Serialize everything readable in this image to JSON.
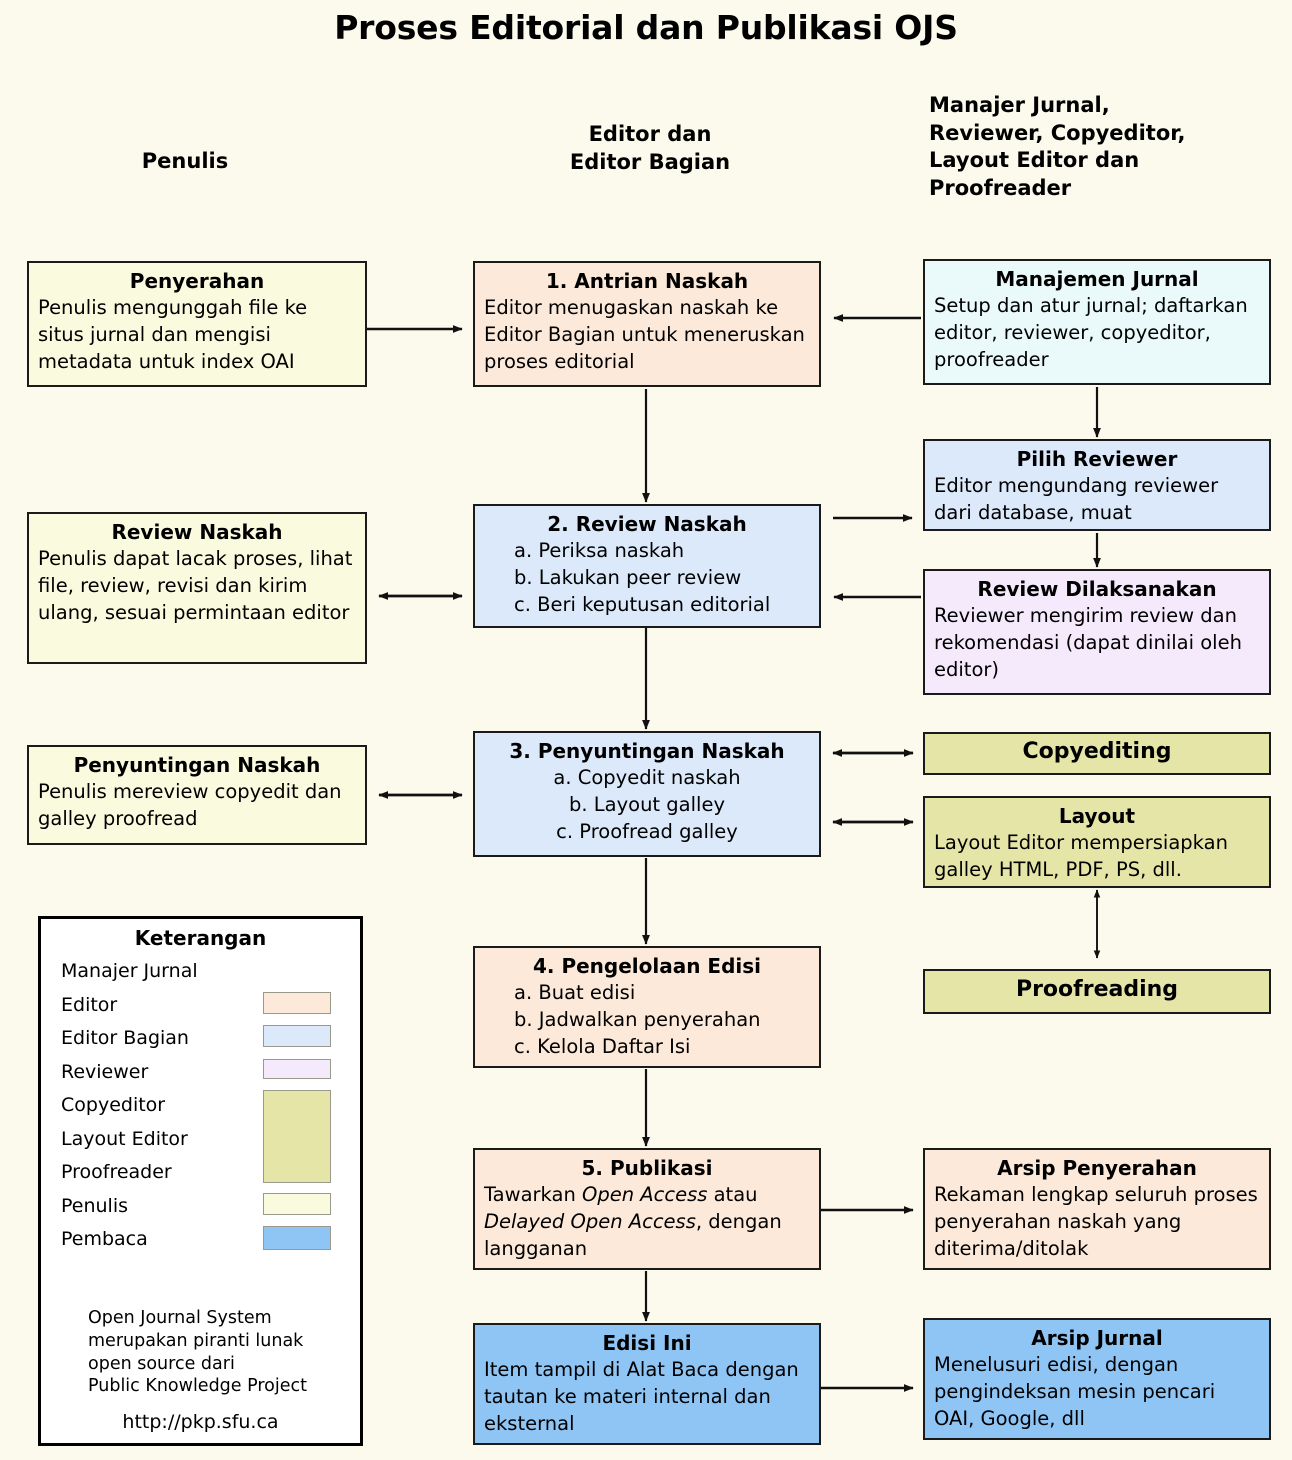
{
  "title": "Proses Editorial dan Publikasi OJS",
  "columns": [
    {
      "id": "penulis",
      "label": "Penulis"
    },
    {
      "id": "editor",
      "label": "Editor dan\nEditor Bagian"
    },
    {
      "id": "lainnya",
      "label": "Manajer Jurnal,\nReviewer, Copyeditor,\nLayout Editor dan\nProofreader"
    }
  ],
  "nodes": {
    "penyerahan": {
      "title": "Penyerahan",
      "body": "Penulis mengunggah file ke situs jurnal dan mengisi metadata untuk index OAI",
      "role": "Penulis",
      "color": "#fafade"
    },
    "antrian": {
      "title": "1. Antrian Naskah",
      "body": "Editor menugaskan naskah ke Editor Bagian untuk meneruskan proses editorial",
      "role": "Editor",
      "color": "#fce9d9"
    },
    "manajemen": {
      "title": "Manajemen Jurnal",
      "body": "Setup dan atur jurnal; daftarkan editor, reviewer, copyeditor, proofreader",
      "role": "Manajer Jurnal",
      "color": "#eafafa"
    },
    "pilih_reviewer": {
      "title": "Pilih Reviewer",
      "body": "Editor mengundang reviewer dari database, muat",
      "role": "Editor Bagian",
      "color": "#dbe9fa"
    },
    "review_naskah_penulis": {
      "title": "Review Naskah",
      "body": "Penulis dapat lacak proses, lihat file, review, revisi dan kirim ulang, sesuai permintaan editor",
      "role": "Penulis",
      "color": "#fafade"
    },
    "review_naskah": {
      "title": "2. Review Naskah",
      "items": [
        "a. Periksa naskah",
        "b. Lakukan peer review",
        "c. Beri keputusan editorial"
      ],
      "role": "Editor Bagian",
      "color": "#dbe9fa"
    },
    "review_dilaksanakan": {
      "title": "Review Dilaksanakan",
      "body": "Reviewer mengirim review dan rekomendasi (dapat dinilai oleh editor)",
      "role": "Reviewer",
      "color": "#f5eafb"
    },
    "penyuntingan_penulis": {
      "title": "Penyuntingan Naskah",
      "body": "Penulis mereview copyedit dan galley proofread",
      "role": "Penulis",
      "color": "#fafade"
    },
    "penyuntingan": {
      "title": "3. Penyuntingan Naskah",
      "items": [
        "a. Copyedit naskah",
        "b. Layout galley",
        "c. Proofread galley"
      ],
      "role": "Editor Bagian",
      "color": "#dbe9fa"
    },
    "copyediting": {
      "title": "Copyediting",
      "body": "",
      "role": "Copyeditor",
      "color": "#e6e5a8"
    },
    "layout": {
      "title": "Layout",
      "body": "Layout Editor mempersiapkan galley HTML, PDF, PS, dll.",
      "role": "Layout Editor",
      "color": "#e6e5a8"
    },
    "proofreading": {
      "title": "Proofreading",
      "body": "",
      "role": "Proofreader",
      "color": "#e6e5a8"
    },
    "pengelolaan": {
      "title": "4. Pengelolaan Edisi",
      "items": [
        "a. Buat edisi",
        "b. Jadwalkan penyerahan",
        "c. Kelola Daftar Isi"
      ],
      "role": "Editor",
      "color": "#fce9d9"
    },
    "publikasi": {
      "title": "5. Publikasi",
      "body_html": "Tawarkan <i>Open Access</i> atau <i>Delayed Open Access</i>, dengan langganan",
      "role": "Editor",
      "color": "#fce9d9"
    },
    "arsip_penyerahan": {
      "title": "Arsip Penyerahan",
      "body": "Rekaman lengkap seluruh proses penyerahan naskah yang diterima/ditolak",
      "role": "Editor",
      "color": "#fce9d9"
    },
    "edisi_ini": {
      "title": "Edisi Ini",
      "body": "Item tampil di Alat Baca dengan tautan ke materi internal dan eksternal",
      "role": "Pembaca",
      "color": "#8fc5f5"
    },
    "arsip_jurnal": {
      "title": "Arsip Jurnal",
      "body": "Menelusuri edisi, dengan pengindeksan mesin pencari OAI, Google, dll",
      "role": "Pembaca",
      "color": "#8fc5f5"
    }
  },
  "legend": {
    "title": "Keterangan",
    "entries": [
      {
        "label": "Manajer Jurnal",
        "color": "#ffffff",
        "swatch": false
      },
      {
        "label": "Editor",
        "color": "#fce9d9",
        "swatch": true
      },
      {
        "label": "Editor Bagian",
        "color": "#dbe9fa",
        "swatch": true
      },
      {
        "label": "Reviewer",
        "color": "#f5eafb",
        "swatch": true
      },
      {
        "label": "Copyeditor",
        "color": "#e6e5a8",
        "swatch": true
      },
      {
        "label": "Layout Editor",
        "color": "#e6e5a8",
        "swatch": false
      },
      {
        "label": "Proofreader",
        "color": "#e6e5a8",
        "swatch": false
      },
      {
        "label": "Penulis",
        "color": "#fafade",
        "swatch": true
      },
      {
        "label": "Pembaca",
        "color": "#8fc5f5",
        "swatch": true
      }
    ],
    "note": "Open Journal System\nmerupakan piranti lunak\nopen source dari\nPublic Knowledge Project",
    "url": "http://pkp.sfu.ca"
  },
  "canvas": {
    "background": "#fbfaec",
    "stroke": "#1a1a1a"
  }
}
